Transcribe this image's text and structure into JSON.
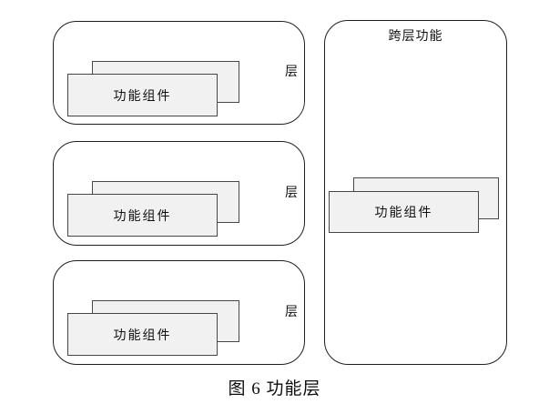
{
  "figure": {
    "caption": "图 6 功能层"
  },
  "layers": [
    {
      "label": "层",
      "component_label": "功能组件"
    },
    {
      "label": "层",
      "component_label": "功能组件"
    },
    {
      "label": "层",
      "component_label": "功能组件"
    }
  ],
  "cross_layer": {
    "title": "跨层功能",
    "component_label": "功能组件"
  },
  "colors": {
    "background": "#ffffff",
    "panel_border": "#1f1f1f",
    "box_fill": "#f1f1f1",
    "box_border": "#474747",
    "text": "#111111"
  }
}
